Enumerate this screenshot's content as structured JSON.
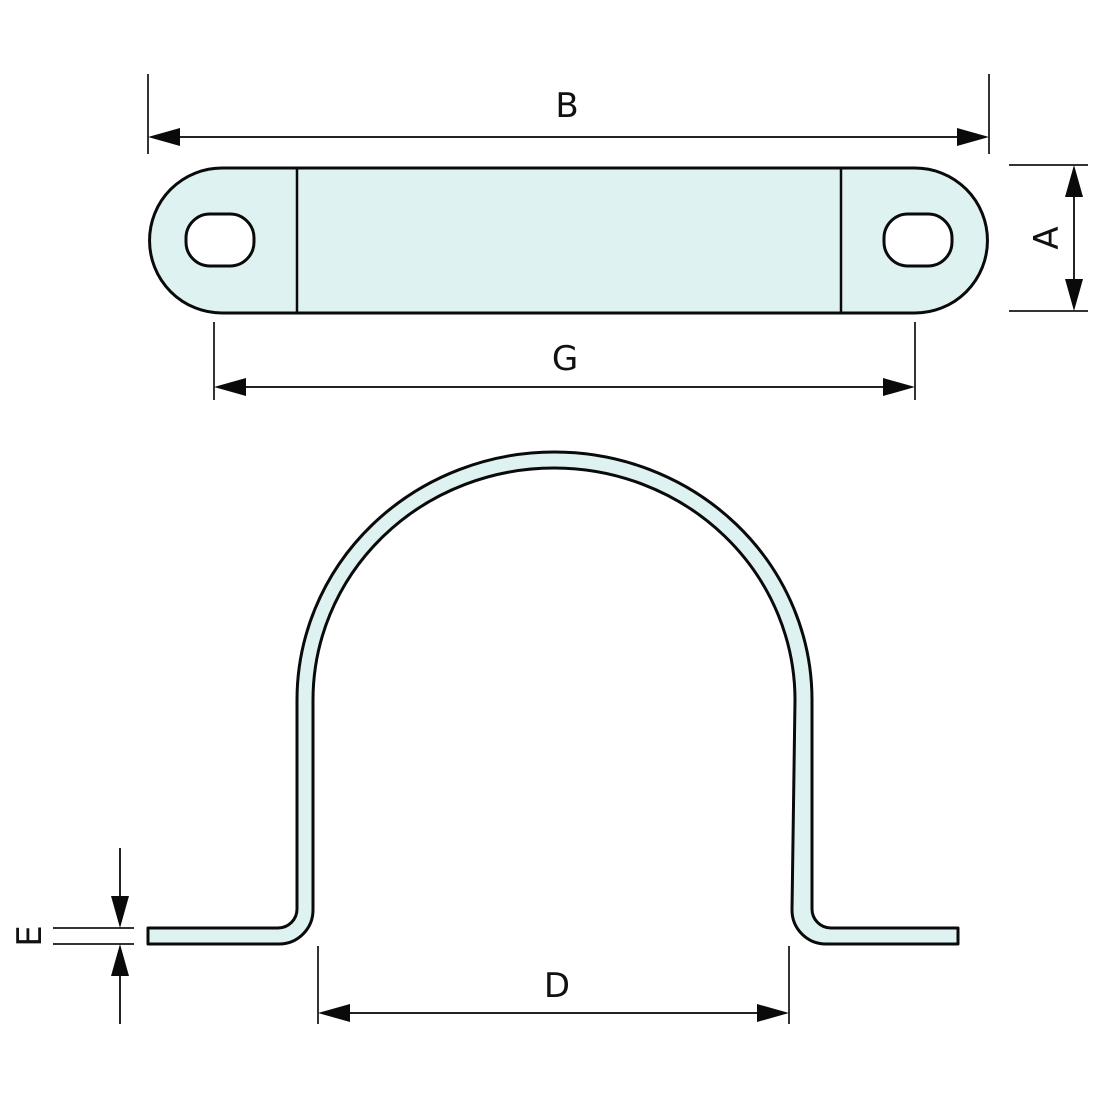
{
  "diagram": {
    "type": "technical drawing",
    "subject": "two-hole pipe saddle clamp",
    "colors": {
      "part_fill": "#dff2f2",
      "outline": "#0a0a0a",
      "dimension_line": "#222222",
      "background": "#ffffff"
    },
    "views": {
      "top_view": {
        "description": "flat strap with two slotted holes",
        "dimensions": {
          "B": {
            "label": "B",
            "meaning": "overall length"
          },
          "A": {
            "label": "A",
            "meaning": "strap width"
          },
          "G": {
            "label": "G",
            "meaning": "hole center spacing"
          }
        }
      },
      "side_view": {
        "description": "arched saddle profile with flat feet",
        "dimensions": {
          "D": {
            "label": "D",
            "meaning": "pipe diameter / inner opening"
          },
          "E": {
            "label": "E",
            "meaning": "material thickness"
          }
        }
      }
    }
  }
}
